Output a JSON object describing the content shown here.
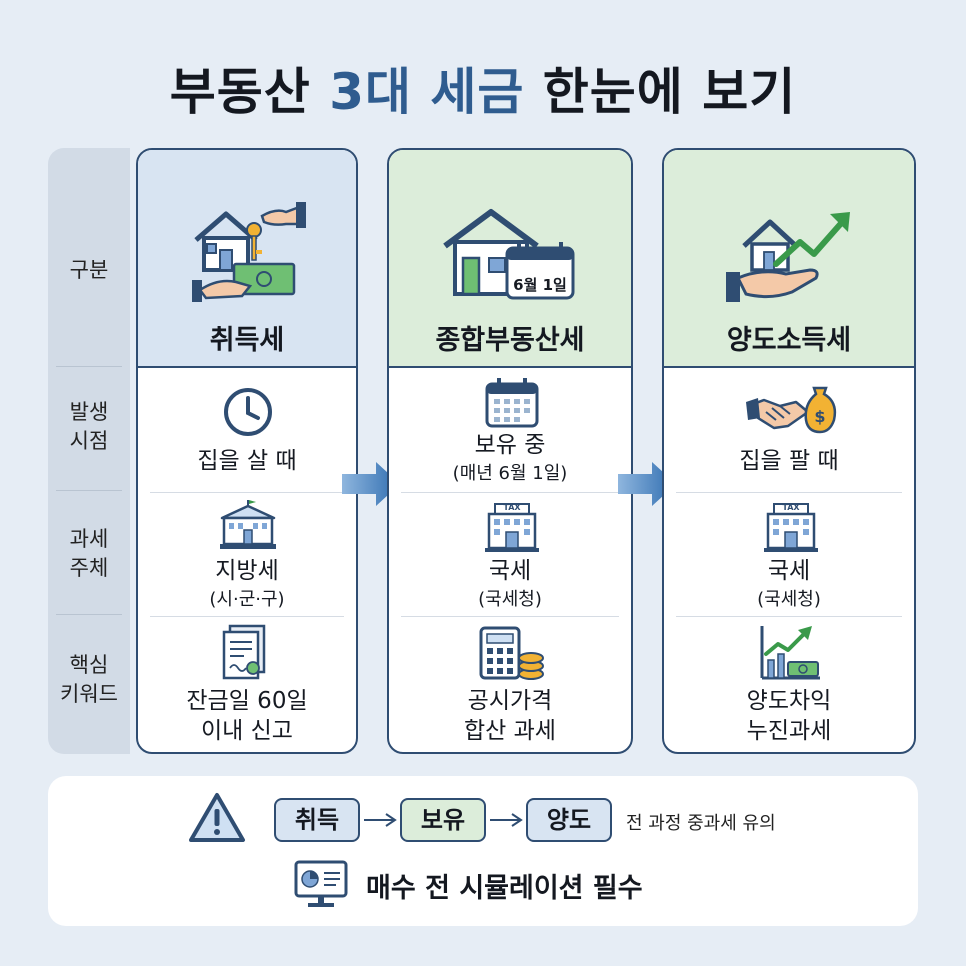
{
  "title": {
    "part1": "부동산 ",
    "highlight": "3대 세금",
    "part2": " 한눈에 보기"
  },
  "row_labels": {
    "category": "구분",
    "timing_line1": "발생",
    "timing_line2": "시점",
    "authority_line1": "과세",
    "authority_line2": "주체",
    "keyword_line1": "핵심",
    "keyword_line2": "키워드"
  },
  "columns": [
    {
      "name": "취득세",
      "timing": "집을 살 때",
      "timing_sub": "",
      "authority": "지방세",
      "authority_sub": "(시·군·구)",
      "keyword_line1": "잔금일 60일",
      "keyword_line2": "이내 신고"
    },
    {
      "name": "종합부동산세",
      "calendar_label": "6월 1일",
      "timing": "보유 중",
      "timing_sub": "(매년 6월 1일)",
      "authority": "국세",
      "authority_sub": "(국세청)",
      "tax_building_label": "TAX",
      "keyword_line1": "공시가격",
      "keyword_line2": "합산 과세"
    },
    {
      "name": "양도소득세",
      "timing": "집을 팔 때",
      "timing_sub": "",
      "authority": "국세",
      "authority_sub": "(국세청)",
      "tax_building_label": "TAX",
      "keyword_line1": "양도차익",
      "keyword_line2": "누진과세"
    }
  ],
  "bottom": {
    "stages": [
      "취득",
      "보유",
      "양도"
    ],
    "note": "전 과정 중과세 유의",
    "must": "매수 전 시뮬레이션 필수"
  },
  "colors": {
    "navy": "#2f4d72",
    "blue_head": "#d8e4f2",
    "green_head": "#dcedda",
    "arrow_blue": "#2f6db0",
    "accent_green": "#3a9a4a"
  },
  "icons": {
    "col1_header": "house-key-money-icon",
    "col2_header": "house-calendar-icon",
    "col3_header": "house-growth-hand-icon",
    "clock": "clock-icon",
    "calendar": "calendar-icon",
    "handshake": "handshake-moneybag-icon",
    "city_hall": "city-hall-icon",
    "tax_building": "tax-office-icon",
    "document": "document-icon",
    "calculator": "calculator-coins-icon",
    "growth_chart": "growth-chart-icon",
    "warning": "warning-icon",
    "presentation": "presentation-monitor-icon"
  }
}
